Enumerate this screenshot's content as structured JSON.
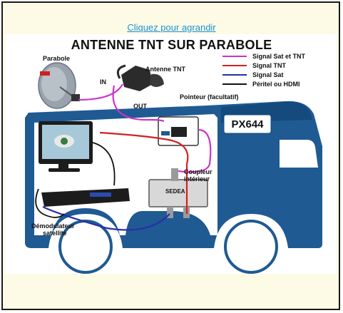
{
  "link_text": "Cliquez pour agrandir",
  "diagram": {
    "title": "ANTENNE TNT SUR PARABOLE",
    "legend": [
      {
        "label": "Signal Sat et TNT",
        "color": "#cc33cc"
      },
      {
        "label": "Signal TNT",
        "color": "#d42020"
      },
      {
        "label": "Signal Sat",
        "color": "#2a2fa8"
      },
      {
        "label": "Péritel ou HDMI",
        "color": "#111111"
      }
    ],
    "labels": {
      "parabole": "Parabole",
      "antenne": "Antenne TNT",
      "in": "IN",
      "out": "OUT",
      "pointeur": "Pointeur (facultatif)",
      "coupleur_1": "Coupleur",
      "coupleur_2": "intérieur",
      "demod_1": "Démodulateur",
      "demod_2": "satellite",
      "plate": "PX644",
      "coupler_brand": "SEDEA"
    },
    "colors": {
      "vehicle": "#1f5a93",
      "vehicle_dark": "#154a7d",
      "sat_tnt": "#cc33cc",
      "tnt": "#d42020",
      "sat": "#2a2fa8",
      "hdmi": "#111111"
    }
  }
}
